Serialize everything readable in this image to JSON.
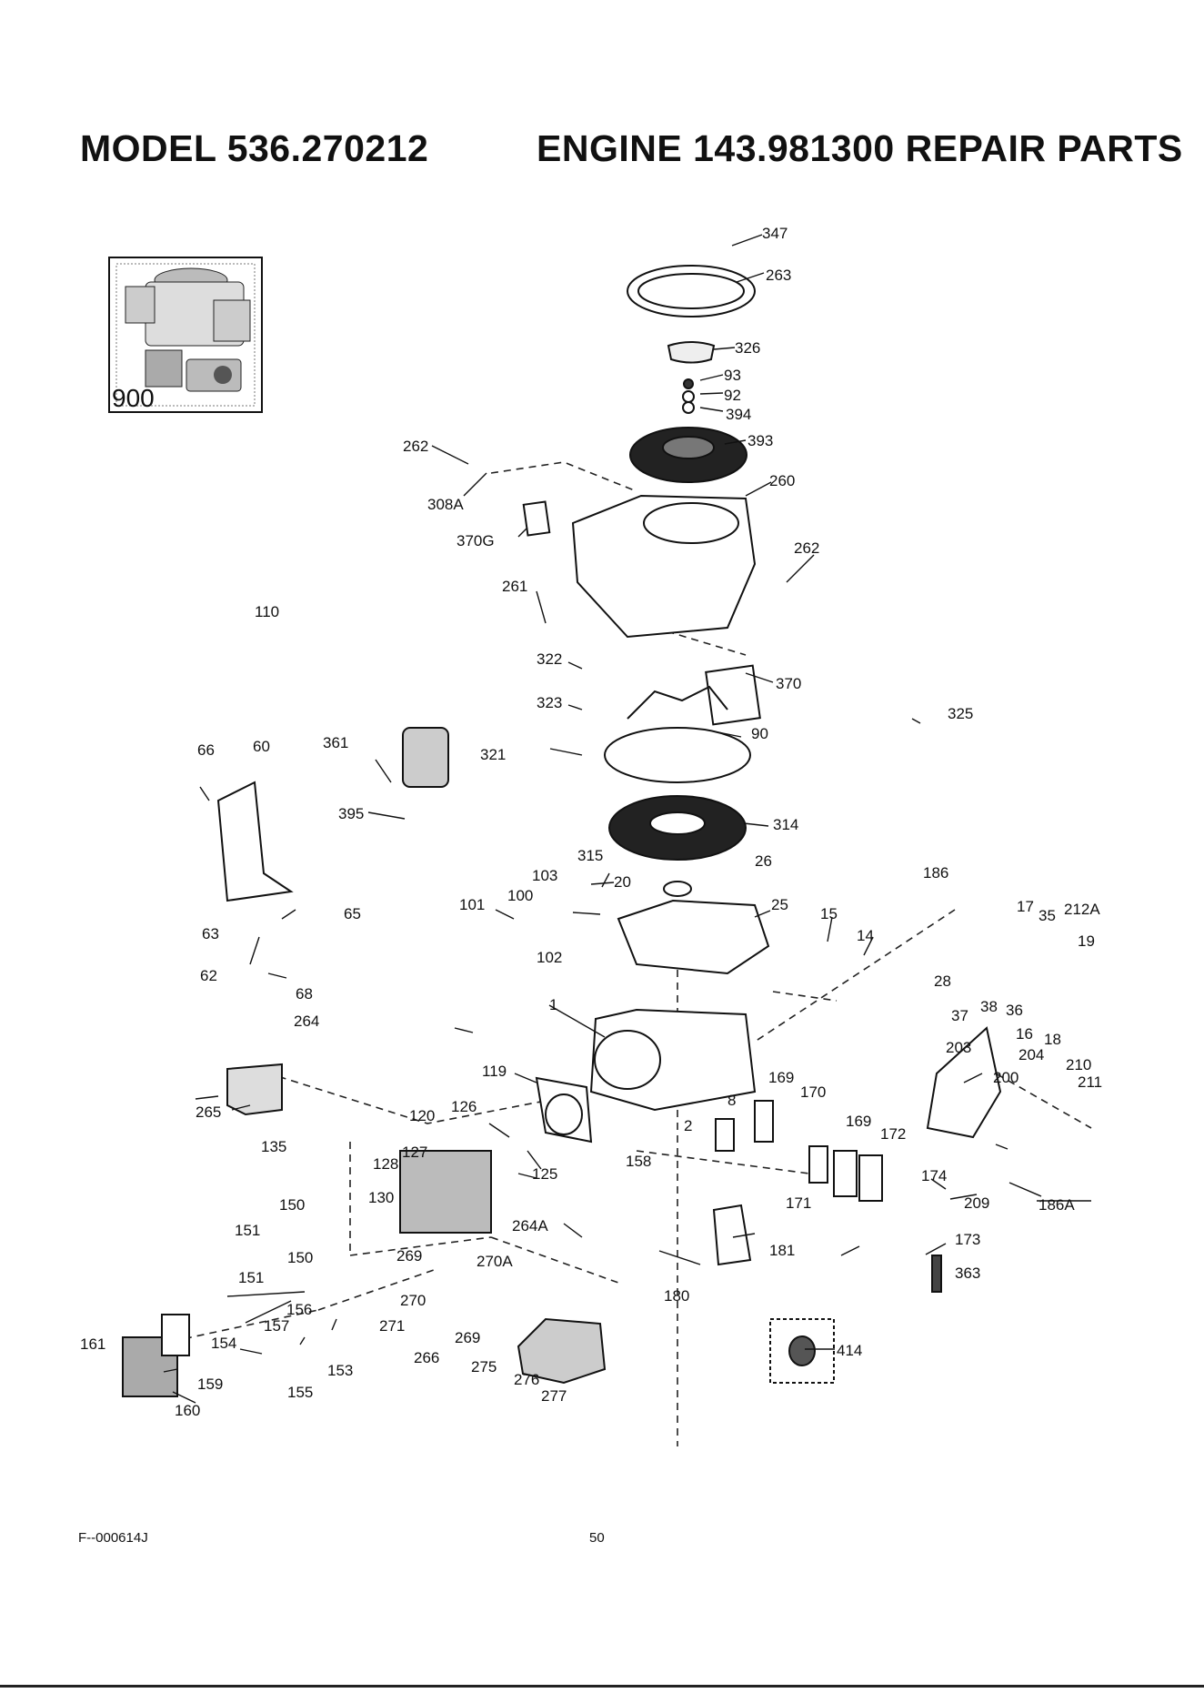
{
  "header": {
    "model": "MODEL 536.270212",
    "engine": "ENGINE 143.981300 REPAIR PARTS"
  },
  "inset": {
    "label": "900"
  },
  "callouts": [
    {
      "text": "347"
    },
    {
      "text": "263"
    },
    {
      "text": "326"
    },
    {
      "text": "93"
    },
    {
      "text": "92"
    },
    {
      "text": "394"
    },
    {
      "text": "393"
    },
    {
      "text": "262"
    },
    {
      "text": "308A"
    },
    {
      "text": "260"
    },
    {
      "text": "370G"
    },
    {
      "text": "262"
    },
    {
      "text": "261"
    },
    {
      "text": "110"
    },
    {
      "text": "322"
    },
    {
      "text": "370"
    },
    {
      "text": "323"
    },
    {
      "text": "90"
    },
    {
      "text": "325"
    },
    {
      "text": "321"
    },
    {
      "text": "66"
    },
    {
      "text": "60"
    },
    {
      "text": "361"
    },
    {
      "text": "395"
    },
    {
      "text": "314"
    },
    {
      "text": "315"
    },
    {
      "text": "103"
    },
    {
      "text": "26"
    },
    {
      "text": "20"
    },
    {
      "text": "186"
    },
    {
      "text": "101"
    },
    {
      "text": "100"
    },
    {
      "text": "25"
    },
    {
      "text": "17"
    },
    {
      "text": "35"
    },
    {
      "text": "212A"
    },
    {
      "text": "65"
    },
    {
      "text": "15"
    },
    {
      "text": "19"
    },
    {
      "text": "63"
    },
    {
      "text": "102"
    },
    {
      "text": "14"
    },
    {
      "text": "28"
    },
    {
      "text": "62"
    },
    {
      "text": "68"
    },
    {
      "text": "37"
    },
    {
      "text": "38"
    },
    {
      "text": "36"
    },
    {
      "text": "16"
    },
    {
      "text": "18"
    },
    {
      "text": "1"
    },
    {
      "text": "264"
    },
    {
      "text": "203"
    },
    {
      "text": "204"
    },
    {
      "text": "210"
    },
    {
      "text": "200"
    },
    {
      "text": "211"
    },
    {
      "text": "119"
    },
    {
      "text": "169"
    },
    {
      "text": "8"
    },
    {
      "text": "170"
    },
    {
      "text": "265"
    },
    {
      "text": "120"
    },
    {
      "text": "126"
    },
    {
      "text": "2"
    },
    {
      "text": "169"
    },
    {
      "text": "172"
    },
    {
      "text": "135"
    },
    {
      "text": "127"
    },
    {
      "text": "128"
    },
    {
      "text": "158"
    },
    {
      "text": "125"
    },
    {
      "text": "174"
    },
    {
      "text": "130"
    },
    {
      "text": "171"
    },
    {
      "text": "209"
    },
    {
      "text": "186A"
    },
    {
      "text": "150"
    },
    {
      "text": "264A"
    },
    {
      "text": "151"
    },
    {
      "text": "173"
    },
    {
      "text": "181"
    },
    {
      "text": "269"
    },
    {
      "text": "270A"
    },
    {
      "text": "150"
    },
    {
      "text": "363"
    },
    {
      "text": "151"
    },
    {
      "text": "270"
    },
    {
      "text": "180"
    },
    {
      "text": "156"
    },
    {
      "text": "271"
    },
    {
      "text": "269"
    },
    {
      "text": "157"
    },
    {
      "text": "161"
    },
    {
      "text": "154"
    },
    {
      "text": "414"
    },
    {
      "text": "266"
    },
    {
      "text": "159"
    },
    {
      "text": "275"
    },
    {
      "text": "153"
    },
    {
      "text": "155"
    },
    {
      "text": "276"
    },
    {
      "text": "277"
    },
    {
      "text": "160"
    }
  ],
  "footer": {
    "code": "F--000614J",
    "page": "50"
  }
}
